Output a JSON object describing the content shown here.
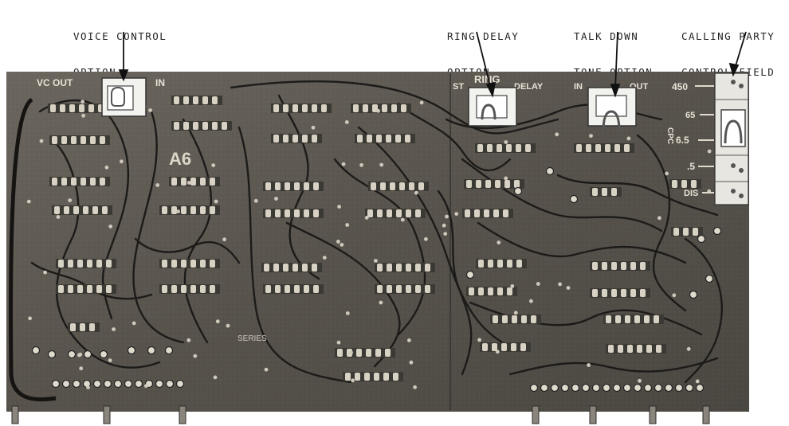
{
  "callouts": {
    "voice_control": [
      "VOICE CONTROL",
      "OPTION"
    ],
    "ring_delay": [
      "RING DELAY",
      "OPTION"
    ],
    "talk_down": [
      "TALK DOWN",
      "TONE OPTION"
    ],
    "calling_party": [
      "CALLING PARTY",
      "CONTROL FIELD"
    ]
  },
  "board_labels": {
    "vc_out": "VC OUT",
    "in_left": "IN",
    "ring": "RING",
    "delay": "DELAY",
    "st": "ST",
    "in_right": "IN",
    "out": "OUT",
    "board_id": "A6",
    "series": "SERIES",
    "cpc_450": "450",
    "cpc_65": "65",
    "cpc_6_5": "6.5",
    "cpc_5": ".5",
    "cpc_dis": "DIS",
    "cpc_side": "CPC"
  },
  "colors": {
    "board": "#5a5650",
    "board_dark": "#3a3733",
    "trace": "#1c1b19",
    "chip": "#cfc8bb",
    "jumper_body": "#f2f2ee"
  }
}
